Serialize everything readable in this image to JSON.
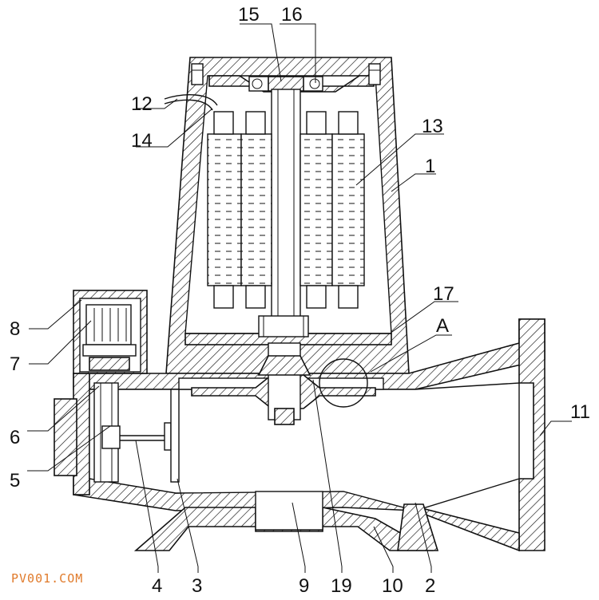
{
  "labels": {
    "l1": "1",
    "l2": "2",
    "l3": "3",
    "l4": "4",
    "l5": "5",
    "l6": "6",
    "l7": "7",
    "l8": "8",
    "l9": "9",
    "l10": "10",
    "l11": "11",
    "l12": "12",
    "l13": "13",
    "l14": "14",
    "l15": "15",
    "l16": "16",
    "l17": "17",
    "l19": "19",
    "lA": "A"
  },
  "watermark": "PV001.COM"
}
